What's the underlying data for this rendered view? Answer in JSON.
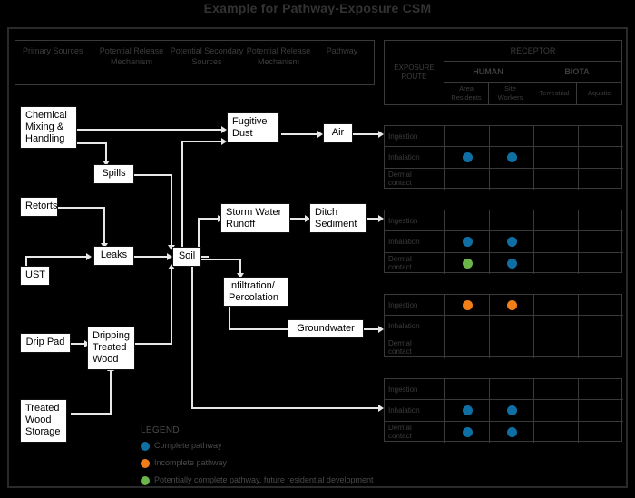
{
  "title": "Example for Pathway-Exposure CSM",
  "colors": {
    "complete": "#0F6FA3",
    "incomplete": "#F07E19",
    "potential": "#6CB54A",
    "box_fill": "#FFFFFF",
    "line": "#E8E8E8",
    "frame": "#2A2A2A",
    "background": "#000000",
    "header_text": "#3D3D3D"
  },
  "flow_columns": [
    {
      "label": "Primary\nSources"
    },
    {
      "label": "Potential\nRelease\nMechanism"
    },
    {
      "label": "Potential\nSecondary\nSources"
    },
    {
      "label": "Potential\nRelease\nMechanism"
    },
    {
      "label": "Pathway"
    }
  ],
  "flow_boxes": [
    {
      "id": "chemical-mixing-handling",
      "label": "Chemical\nMixing &\nHandling"
    },
    {
      "id": "spills",
      "label": "Spills"
    },
    {
      "id": "retorts",
      "label": "Retorts"
    },
    {
      "id": "leaks",
      "label": "Leaks"
    },
    {
      "id": "ust",
      "label": "UST"
    },
    {
      "id": "drip-pad",
      "label": "Drip Pad"
    },
    {
      "id": "dripping-treated-wood",
      "label": "Dripping\nTreated\nWood"
    },
    {
      "id": "treated-wood-storage",
      "label": "Treated\nWood\nStorage"
    },
    {
      "id": "soil",
      "label": "Soil"
    },
    {
      "id": "fugitive-dust",
      "label": "Fugitive\nDust"
    },
    {
      "id": "air",
      "label": "Air"
    },
    {
      "id": "storm-water-runoff",
      "label": "Storm Water\nRunoff"
    },
    {
      "id": "ditch-sediment",
      "label": "Ditch\nSediment"
    },
    {
      "id": "infiltration-percolation",
      "label": "Infiltration/\nPercolation"
    },
    {
      "id": "groundwater",
      "label": "Groundwater"
    }
  ],
  "matrix": {
    "exposure_route_label": "EXPOSURE\nROUTE",
    "receptor_label": "RECEPTOR",
    "groups": [
      {
        "label": "HUMAN",
        "columns": [
          "Area\nResidents",
          "Site\nWorkers"
        ]
      },
      {
        "label": "BIOTA",
        "columns": [
          "Terrestrial",
          "Aquatic"
        ]
      }
    ],
    "routes": [
      "Ingestion",
      "Inhalation",
      "Dermal\ncontact"
    ],
    "blocks": [
      {
        "pathway": "Air",
        "cells": [
          [
            "",
            "",
            "",
            ""
          ],
          [
            "complete",
            "complete",
            "",
            ""
          ],
          [
            "",
            "",
            "",
            ""
          ]
        ]
      },
      {
        "pathway": "Ditch Sediment",
        "cells": [
          [
            "",
            "",
            "",
            ""
          ],
          [
            "complete",
            "complete",
            "",
            ""
          ],
          [
            "potential",
            "complete",
            "",
            ""
          ]
        ]
      },
      {
        "pathway": "Groundwater",
        "cells": [
          [
            "incomplete",
            "incomplete",
            "",
            ""
          ],
          [
            "",
            "",
            "",
            ""
          ],
          [
            "",
            "",
            "",
            ""
          ]
        ]
      },
      {
        "pathway": "Soil",
        "cells": [
          [
            "",
            "",
            "",
            ""
          ],
          [
            "complete",
            "complete",
            "",
            ""
          ],
          [
            "complete",
            "complete",
            "",
            ""
          ]
        ]
      }
    ]
  },
  "legend": {
    "title": "LEGEND",
    "items": [
      {
        "color_key": "complete",
        "label": "Complete pathway"
      },
      {
        "color_key": "incomplete",
        "label": "Incomplete pathway"
      },
      {
        "color_key": "potential",
        "label": "Potentially complete pathway, future residential development"
      }
    ]
  }
}
